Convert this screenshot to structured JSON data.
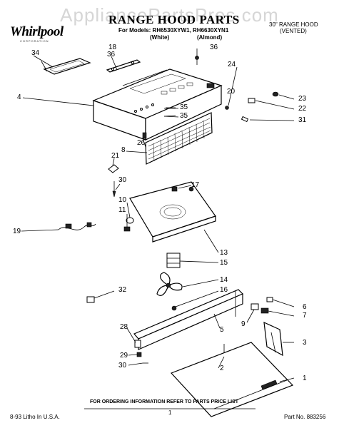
{
  "watermark": "AppliancePartsPros.com",
  "logo": "Whirlpool",
  "logo_sub": "CORPORATION",
  "title": "RANGE HOOD PARTS",
  "models_line": "For Models: RH6530XYW1, RH6630XYN1",
  "color_white": "(White)",
  "color_almond": "(Almond)",
  "hood_type_line1": "30\" RANGE HOOD",
  "hood_type_line2": "(VENTED)",
  "footer_note": "FOR ORDERING INFORMATION REFER TO PARTS PRICE LIST",
  "footer_left": "8-93 Litho In U.S.A.",
  "footer_page": "1",
  "footer_part": "Part No. 883256",
  "callouts": {
    "c34": "34",
    "c18": "18",
    "c36a": "36",
    "c36b": "36",
    "c4": "4",
    "c24": "24",
    "c20": "20",
    "c23": "23",
    "c22": "22",
    "c31": "31",
    "c35a": "35",
    "c35b": "35",
    "c26": "26",
    "c8": "8",
    "c21": "21",
    "c30a": "30",
    "c17": "17",
    "c10": "10",
    "c11": "11",
    "c19": "19",
    "c13": "13",
    "c15": "15",
    "c14": "14",
    "c16": "16",
    "c32": "32",
    "c6": "6",
    "c7": "7",
    "c9": "9",
    "c5": "5",
    "c28": "28",
    "c3": "3",
    "c29": "29",
    "c30b": "30",
    "c2": "2",
    "c1": "1"
  },
  "colors": {
    "background": "#ffffff",
    "ink": "#000000",
    "watermark": "#d6d6d6"
  }
}
